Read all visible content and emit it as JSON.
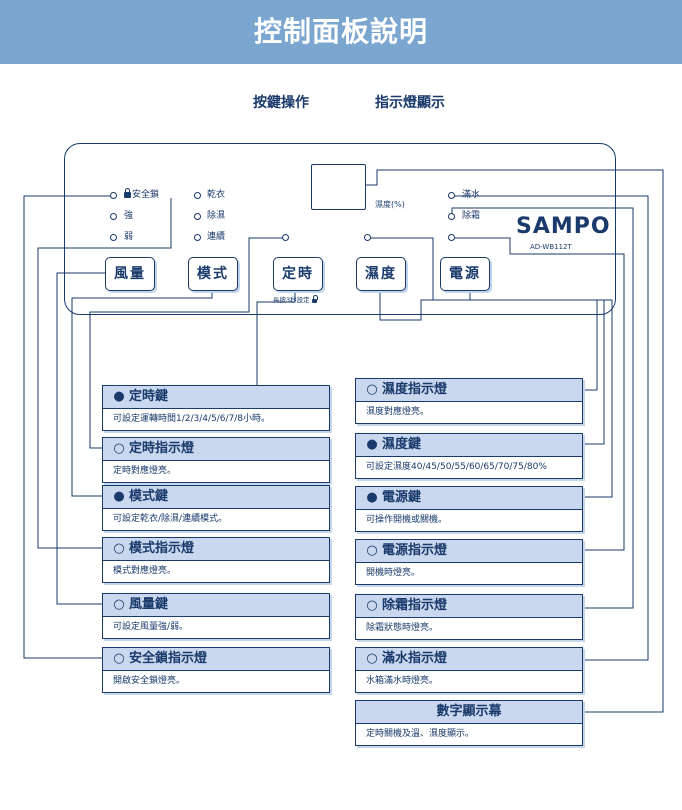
{
  "header": {
    "title": "控制面板說明"
  },
  "subheadings": {
    "left": "按鍵操作",
    "right": "指示燈顯示"
  },
  "panel": {
    "left_indicators": {
      "col1": [
        {
          "icon": "lock-icon",
          "label": "安全鎖"
        },
        {
          "label": "強"
        },
        {
          "label": "弱"
        }
      ],
      "col2": [
        {
          "label": "乾衣"
        },
        {
          "label": "除濕"
        },
        {
          "label": "連續"
        }
      ]
    },
    "humidity_label": "濕度(%)",
    "right_indicators": [
      {
        "label": "滿水"
      },
      {
        "label": "除霜"
      }
    ],
    "brand": "SAMPO",
    "model": "AD-WB112T",
    "buttons": {
      "fan": "風量",
      "mode": "模式",
      "timer": "定時",
      "humidity": "濕度",
      "power": "電源"
    },
    "timer_note": "長按3秒設定"
  },
  "cards": {
    "left": [
      {
        "mark": "●",
        "title": "定時鍵",
        "desc": "可設定運轉時間1/2/3/4/5/6/7/8小時。"
      },
      {
        "mark": "○",
        "title": "定時指示燈",
        "desc": "定時對應燈亮。"
      },
      {
        "mark": "●",
        "title": "模式鍵",
        "desc": "可設定乾衣/除濕/連續模式。"
      },
      {
        "mark": "○",
        "title": "模式指示燈",
        "desc": "模式對應燈亮。"
      },
      {
        "mark": "○",
        "title": "風量鍵",
        "desc": "可設定風量強/弱。"
      },
      {
        "mark": "○",
        "title": "安全鎖指示燈",
        "desc": "開啟安全鎖燈亮。"
      }
    ],
    "right": [
      {
        "mark": "○",
        "title": "濕度指示燈",
        "desc": "濕度對應燈亮。"
      },
      {
        "mark": "●",
        "title": "濕度鍵",
        "desc": "可設定濕度40/45/50/55/60/65/70/75/80%"
      },
      {
        "mark": "●",
        "title": "電源鍵",
        "desc": "可操作開機或關機。"
      },
      {
        "mark": "○",
        "title": "電源指示燈",
        "desc": "開機時燈亮。"
      },
      {
        "mark": "○",
        "title": "除霜指示燈",
        "desc": "除霜狀態時燈亮。"
      },
      {
        "mark": "○",
        "title": "滿水指示燈",
        "desc": "水箱滿水時燈亮。"
      },
      {
        "mark": "",
        "title": "數字顯示幕",
        "desc": "定時關機及溫、濕度顯示。"
      }
    ]
  },
  "colors": {
    "header": "#7ba6d0",
    "line": "#1a3a6b",
    "card_title_bg": "#c9d8ee"
  }
}
